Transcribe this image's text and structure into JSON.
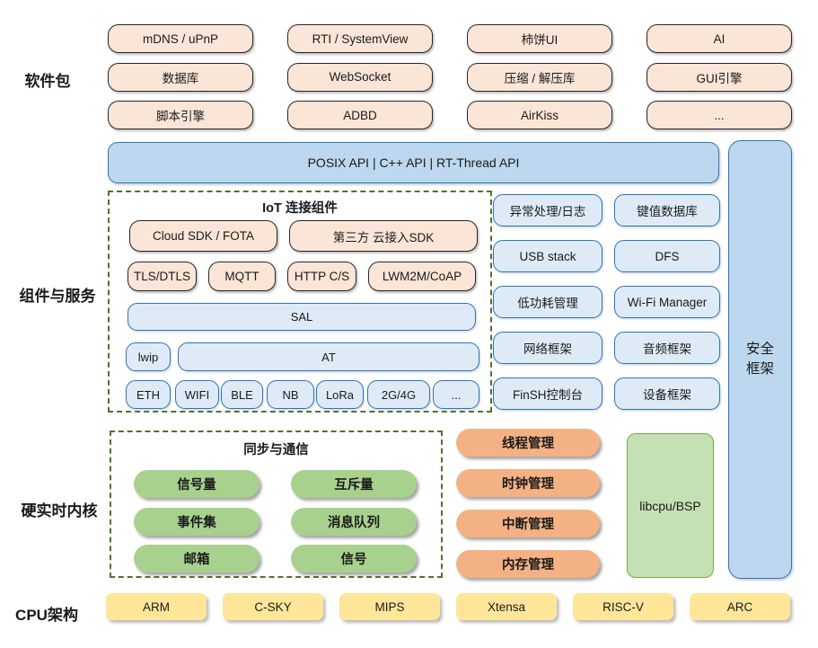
{
  "labels": {
    "software": "软件包",
    "components": "组件与服务",
    "kernel": "硬实时内核",
    "cpu": "CPU架构"
  },
  "software": {
    "boxes": [
      "mDNS / uPnP",
      "RTI / SystemView",
      "柿饼UI",
      "AI",
      "数据库",
      "WebSocket",
      "压缩 / 解压库",
      "GUI引擎",
      "脚本引擎",
      "ADBD",
      "AirKiss",
      "..."
    ]
  },
  "api": {
    "label": "POSIX API  |  C++ API  |  RT-Thread API"
  },
  "iot": {
    "title": "IoT 连接组件",
    "row1": [
      "Cloud SDK / FOTA",
      "第三方 云接入SDK"
    ],
    "row2": [
      "TLS/DTLS",
      "MQTT",
      "HTTP C/S",
      "LWM2M/CoAP"
    ],
    "sal": "SAL",
    "lwip": "lwip",
    "at": "AT",
    "bottom": [
      "ETH",
      "WIFI",
      "BLE",
      "NB",
      "LoRa",
      "2G/4G",
      "..."
    ]
  },
  "services": {
    "boxes": [
      "异常处理/日志",
      "键值数据库",
      "USB stack",
      "DFS",
      "低功耗管理",
      "Wi-Fi Manager",
      "网络框架",
      "音频框架",
      "FinSH控制台",
      "设备框架"
    ]
  },
  "security": {
    "line1": "安全",
    "line2": "框架"
  },
  "kernel": {
    "sync_title": "同步与通信",
    "sync_pills": [
      "信号量",
      "互斥量",
      "事件集",
      "消息队列",
      "邮箱",
      "信号"
    ],
    "manage_pills": [
      "线程管理",
      "时钟管理",
      "中断管理",
      "内存管理"
    ],
    "libcpu": "libcpu/BSP"
  },
  "cpu": {
    "boxes": [
      "ARM",
      "C-SKY",
      "MIPS",
      "Xtensa",
      "RISC-V",
      "ARC"
    ]
  },
  "colors": {
    "peach_fill": "#FBE5D6",
    "blue_bar_fill": "#BDD7EE",
    "blue_box_fill": "#DEEBF7",
    "blue_border": "#2E74B5",
    "green_pill": "#A9D18E",
    "orange_pill": "#F4B183",
    "libcpu_fill": "#C5E0B4",
    "libcpu_border": "#70AD47",
    "yellow_fill": "#FFE699",
    "dashed_border": "#4E7230"
  }
}
